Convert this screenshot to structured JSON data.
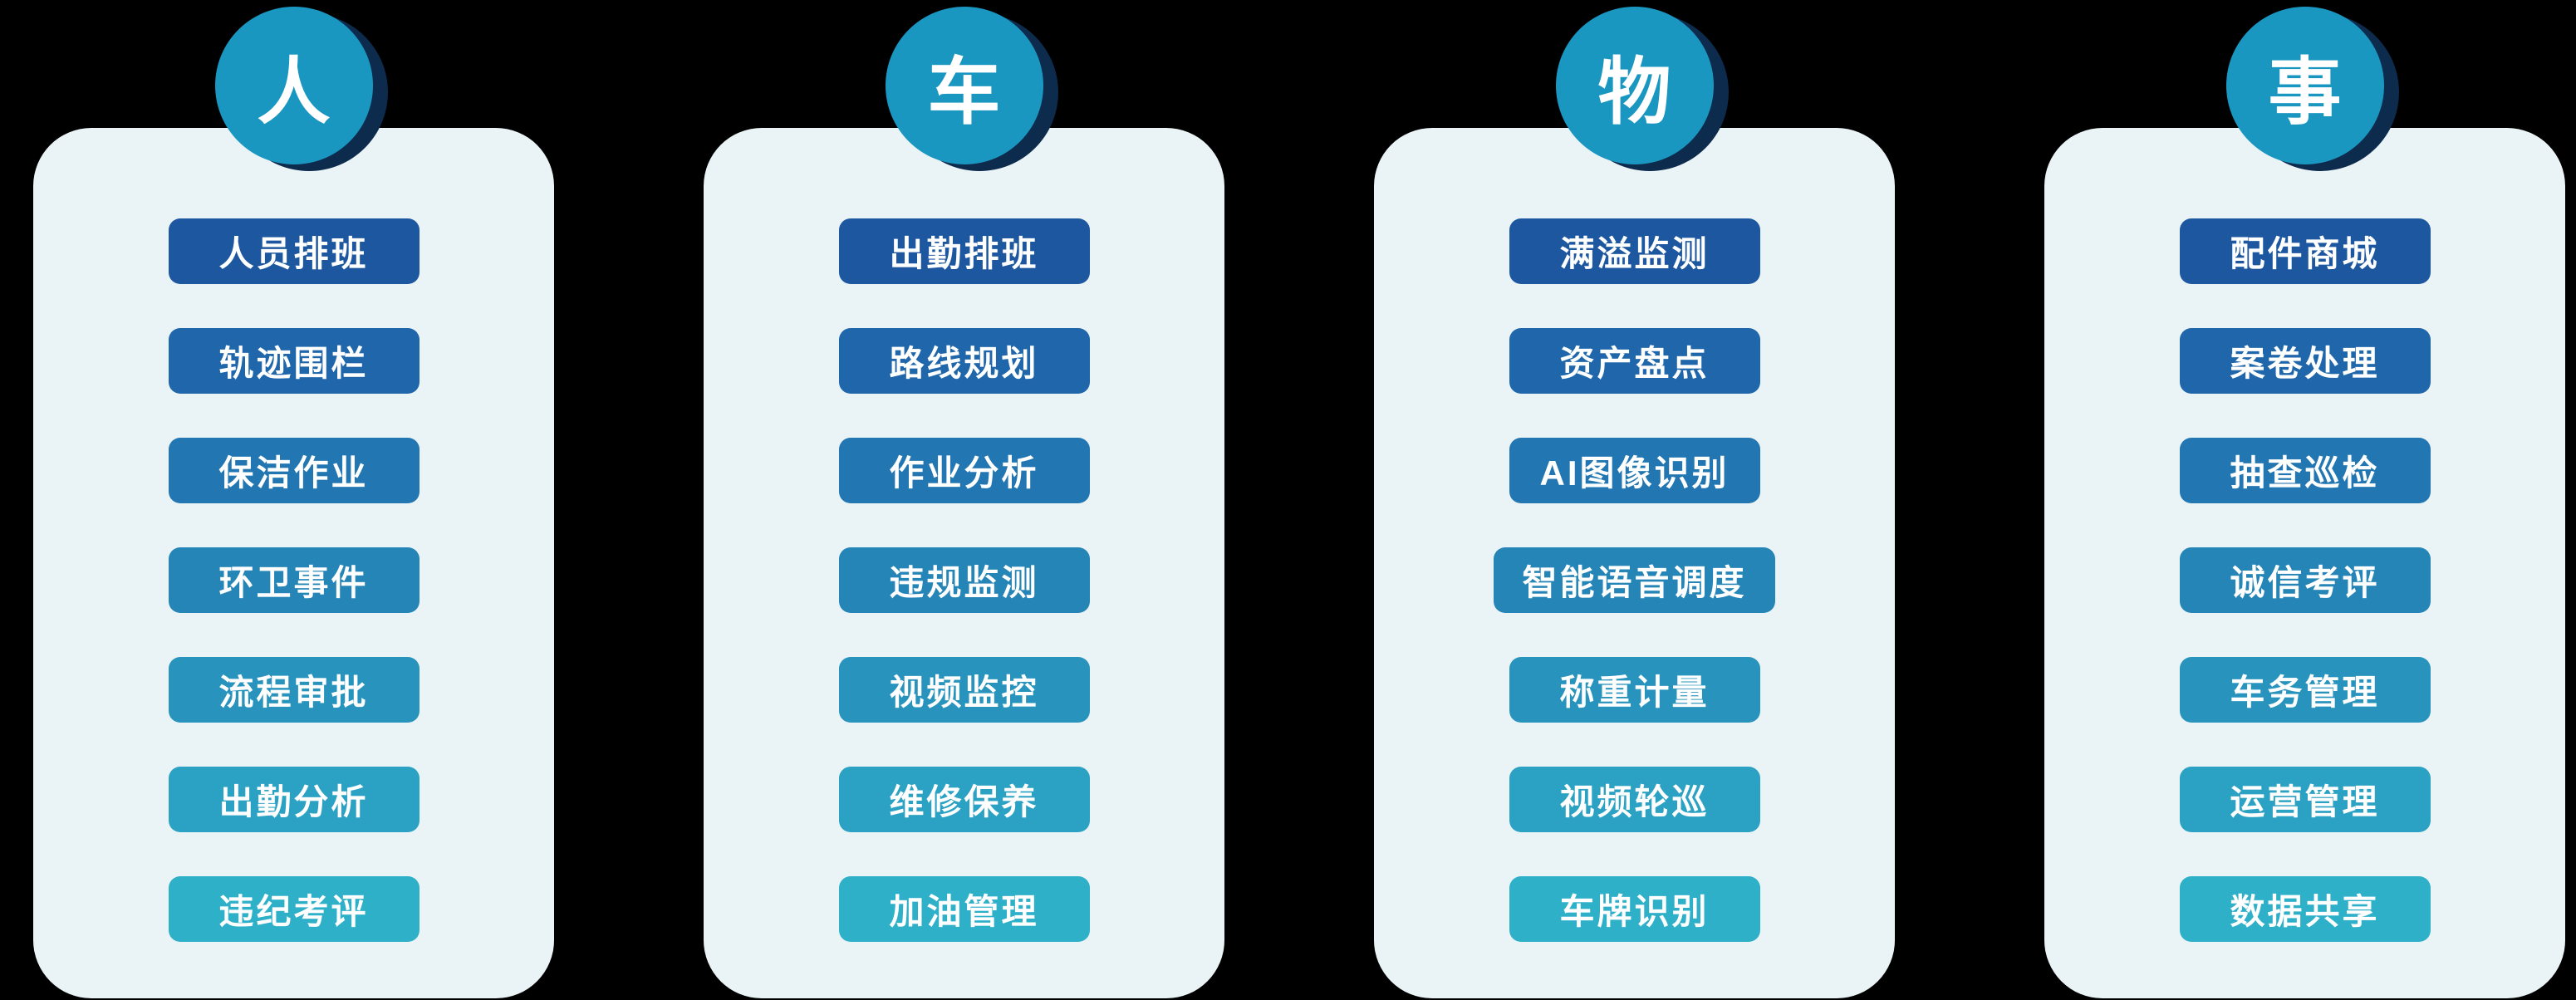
{
  "colors": {
    "background": "#000000",
    "card": "#eaf3f6",
    "badge": "#1a97c1",
    "badge_shadow": "#0d2b4d",
    "text": "#ffffff",
    "row_colors": [
      "#1d57a0",
      "#1f66aa",
      "#2276b1",
      "#2585b7",
      "#2894bd",
      "#2ba2c3",
      "#2eb0c9"
    ]
  },
  "columns": [
    {
      "badge": "人",
      "items": [
        "人员排班",
        "轨迹围栏",
        "保洁作业",
        "环卫事件",
        "流程审批",
        "出勤分析",
        "违纪考评"
      ]
    },
    {
      "badge": "车",
      "items": [
        "出勤排班",
        "路线规划",
        "作业分析",
        "违规监测",
        "视频监控",
        "维修保养",
        "加油管理"
      ]
    },
    {
      "badge": "物",
      "items": [
        "满溢监测",
        "资产盘点",
        "AI图像识别",
        "智能语音调度",
        "称重计量",
        "视频轮巡",
        "车牌识别"
      ]
    },
    {
      "badge": "事",
      "items": [
        "配件商城",
        "案卷处理",
        "抽查巡检",
        "诚信考评",
        "车务管理",
        "运营管理",
        "数据共享"
      ]
    }
  ]
}
